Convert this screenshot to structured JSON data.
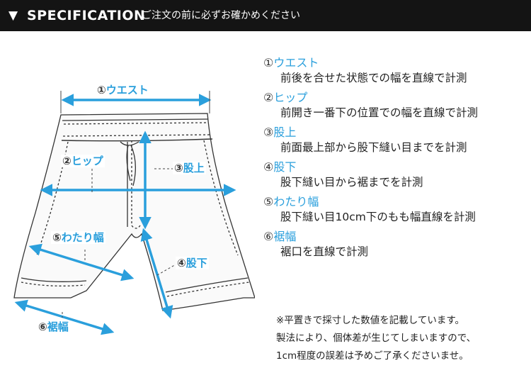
{
  "header": {
    "marker": "▼",
    "title": "SPECIFICATION",
    "note": "ご注文の前に必ずお確かめください"
  },
  "diagram": {
    "labels": {
      "waist": {
        "num": "①",
        "text": "ウエスト"
      },
      "hip": {
        "num": "②",
        "text": "ヒップ"
      },
      "rise": {
        "num": "③",
        "text": "股上"
      },
      "inseam": {
        "num": "④",
        "text": "股下"
      },
      "thigh": {
        "num": "⑤",
        "text": "わたり幅"
      },
      "hem": {
        "num": "⑥",
        "text": "裾幅"
      }
    },
    "accent_color": "#2a9fdc"
  },
  "spec": {
    "items": [
      {
        "num": "①",
        "name": "ウエスト",
        "desc": "前後を合せた状態での幅を直線で計測"
      },
      {
        "num": "②",
        "name": "ヒップ",
        "desc": "前開き一番下の位置での幅を直線で計測"
      },
      {
        "num": "③",
        "name": "股上",
        "desc": "前面最上部から股下縫い目までを計測"
      },
      {
        "num": "④",
        "name": "股下",
        "desc": "股下縫い目から裾までを計測"
      },
      {
        "num": "⑤",
        "name": "わたり幅",
        "desc": "股下縫い目10cm下のもも幅直線を計測"
      },
      {
        "num": "⑥",
        "name": "裾幅",
        "desc": "裾口を直線で計測"
      }
    ]
  },
  "footnote": {
    "lines": [
      "※平置きで採寸した数値を記載しています。",
      "製法により、個体差が生じてしまいますので、",
      "1cm程度の誤差は予めご了承くださいませ。"
    ]
  }
}
